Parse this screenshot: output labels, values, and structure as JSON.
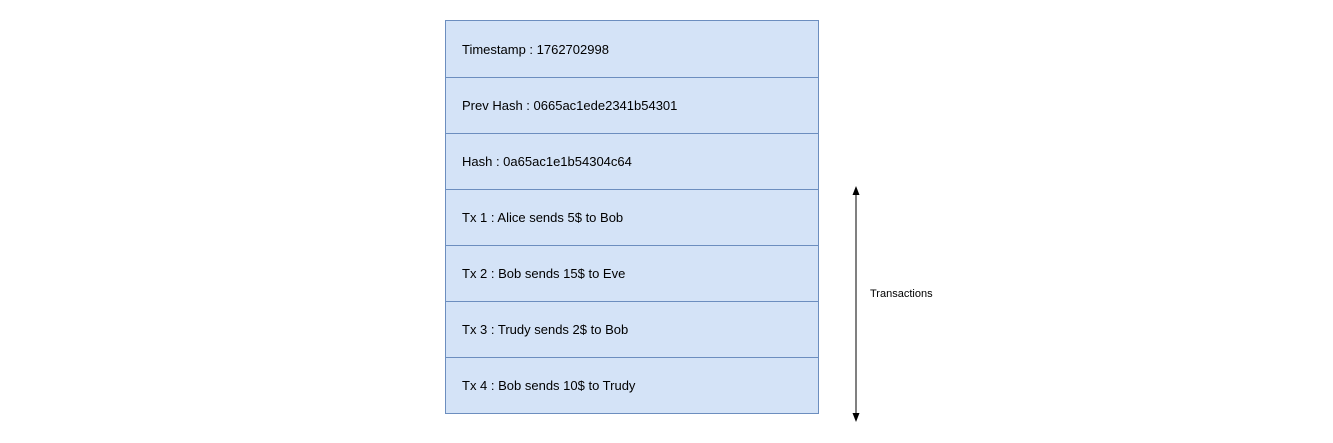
{
  "block": {
    "rows": [
      "Timestamp : 1762702998",
      "Prev Hash : 0665ac1ede2341b54301",
      "Hash : 0a65ac1e1b54304c64",
      "Tx 1 : Alice sends 5$ to Bob",
      "Tx 2 : Bob sends 15$ to Eve",
      "Tx 3 : Trudy sends 2$ to Bob",
      "Tx 4 : Bob sends 10$ to Trudy"
    ]
  },
  "transactions_label": "Transactions",
  "colors": {
    "cell_fill": "#d4e3f7",
    "cell_border": "#6c8ebf",
    "arrow": "#000000"
  }
}
